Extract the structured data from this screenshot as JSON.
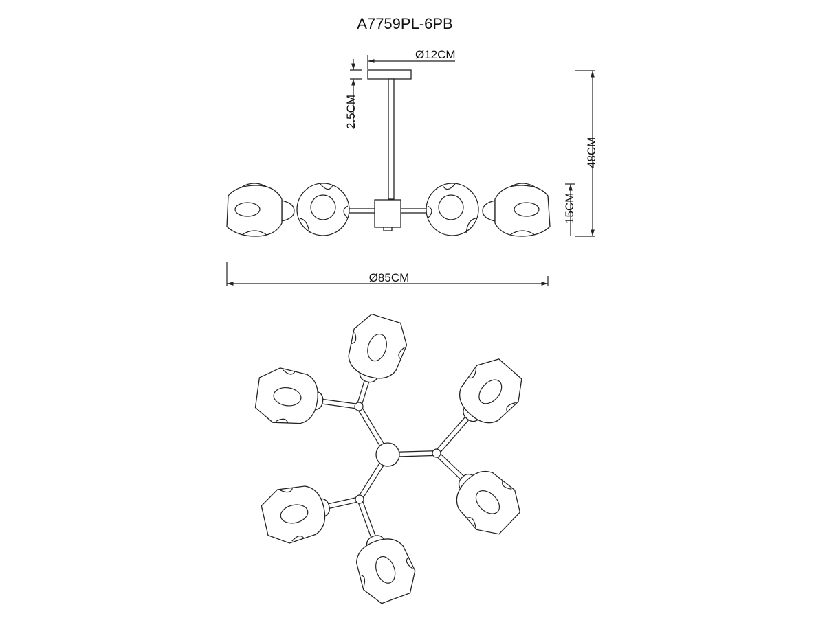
{
  "title": "A7759PL-6PB",
  "dimensions": {
    "canopy_diameter": "Ø12CM",
    "canopy_height": "2.5CM",
    "total_height": "48CM",
    "shade_height": "15CM",
    "total_diameter": "Ø85CM"
  },
  "colors": {
    "line": "#222222",
    "background": "#ffffff"
  }
}
